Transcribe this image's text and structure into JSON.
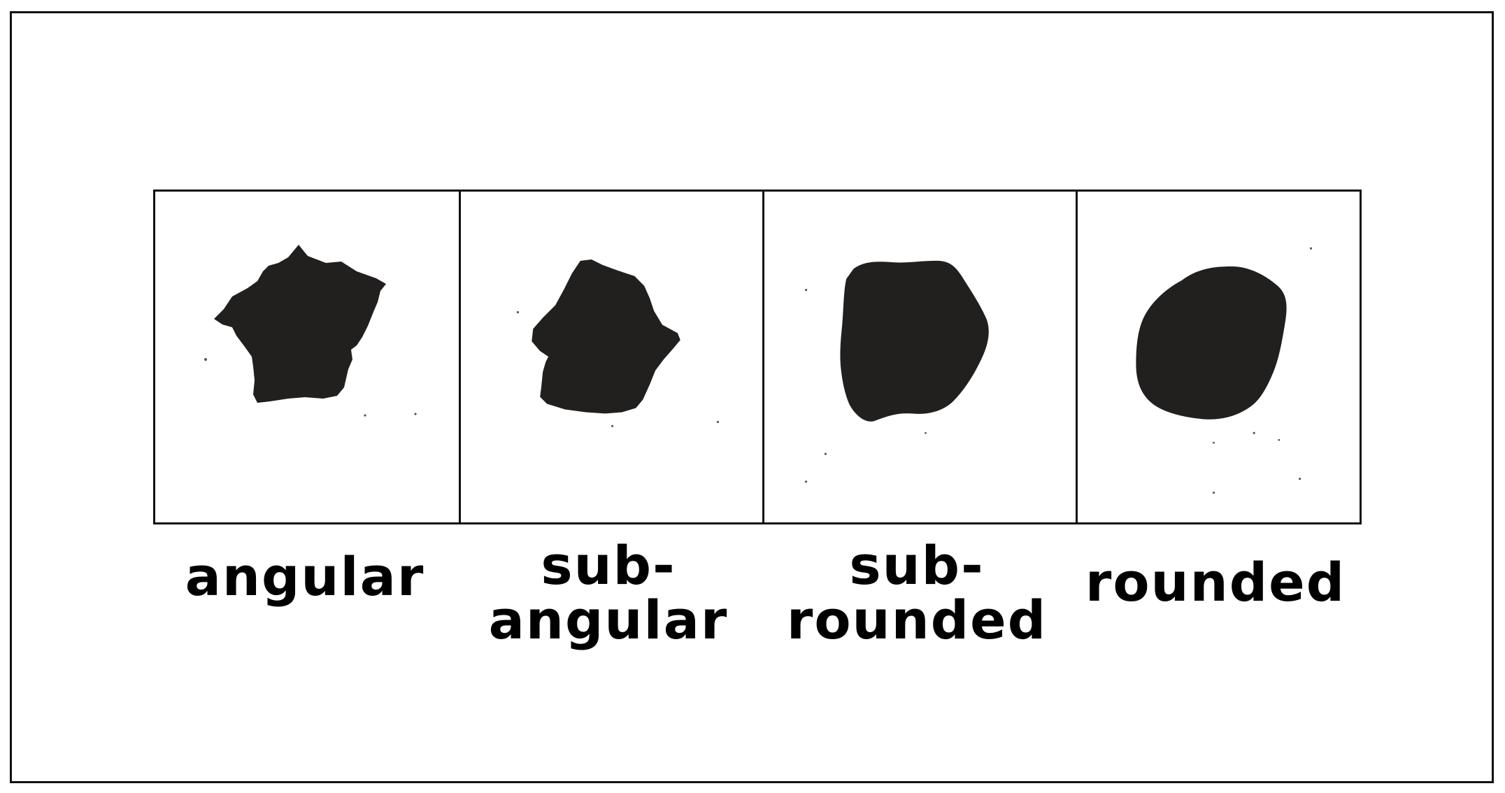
{
  "grains": [
    {
      "id": "angular",
      "lines": [
        "angular"
      ]
    },
    {
      "id": "sub-angular",
      "lines": [
        "sub-",
        "angular"
      ]
    },
    {
      "id": "sub-rounded",
      "lines": [
        "sub-",
        "rounded"
      ]
    },
    {
      "id": "rounded",
      "lines": [
        "rounded"
      ]
    }
  ],
  "colors": {
    "ink": "#221f1f",
    "border": "#111111",
    "background": "#ffffff"
  }
}
